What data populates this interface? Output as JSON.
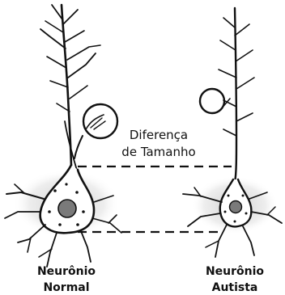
{
  "annotation": {
    "line1": "Diferença",
    "line2": "de Tamanho"
  },
  "labels": {
    "normal_line1": "Neurônio",
    "normal_line2": "Normal",
    "autistic_line1": "Neurônio",
    "autistic_line2": "Autista"
  },
  "colors": {
    "ink": "#111111",
    "halo": "#d6d6d6",
    "nucleus": "#7a7a7a",
    "background": "#ffffff"
  }
}
